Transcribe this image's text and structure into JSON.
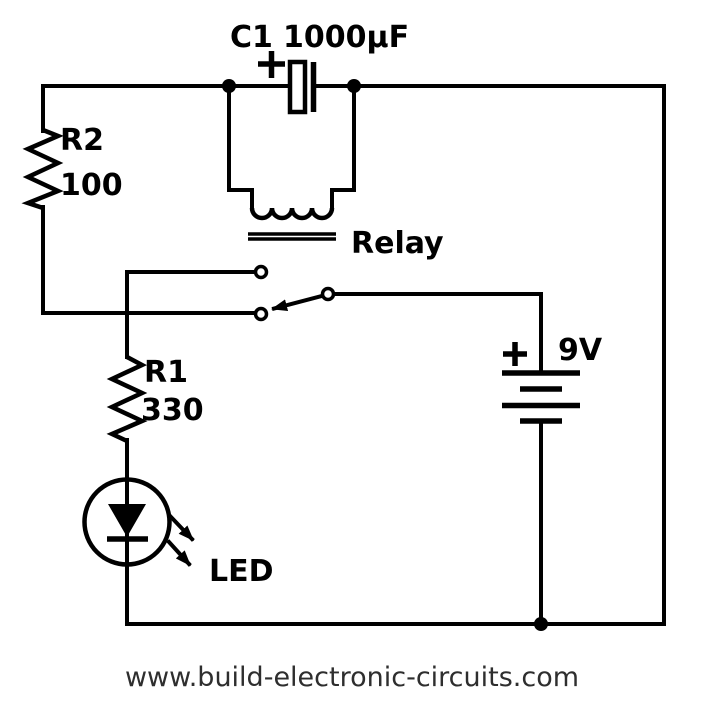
{
  "diagram": {
    "type": "circuit-schematic",
    "components": {
      "capacitor": {
        "ref": "C1",
        "value": "1000µF"
      },
      "r2": {
        "ref": "R2",
        "value": "100"
      },
      "r1": {
        "ref": "R1",
        "value": "330"
      },
      "relay": {
        "label": "Relay"
      },
      "battery": {
        "label": "9V"
      },
      "led": {
        "label": "LED"
      }
    },
    "colors": {
      "ink": "#000000",
      "footer_text": "#2e2e2e",
      "background": "#ffffff"
    }
  },
  "footer": {
    "url": "www.build-electronic-circuits.com"
  }
}
